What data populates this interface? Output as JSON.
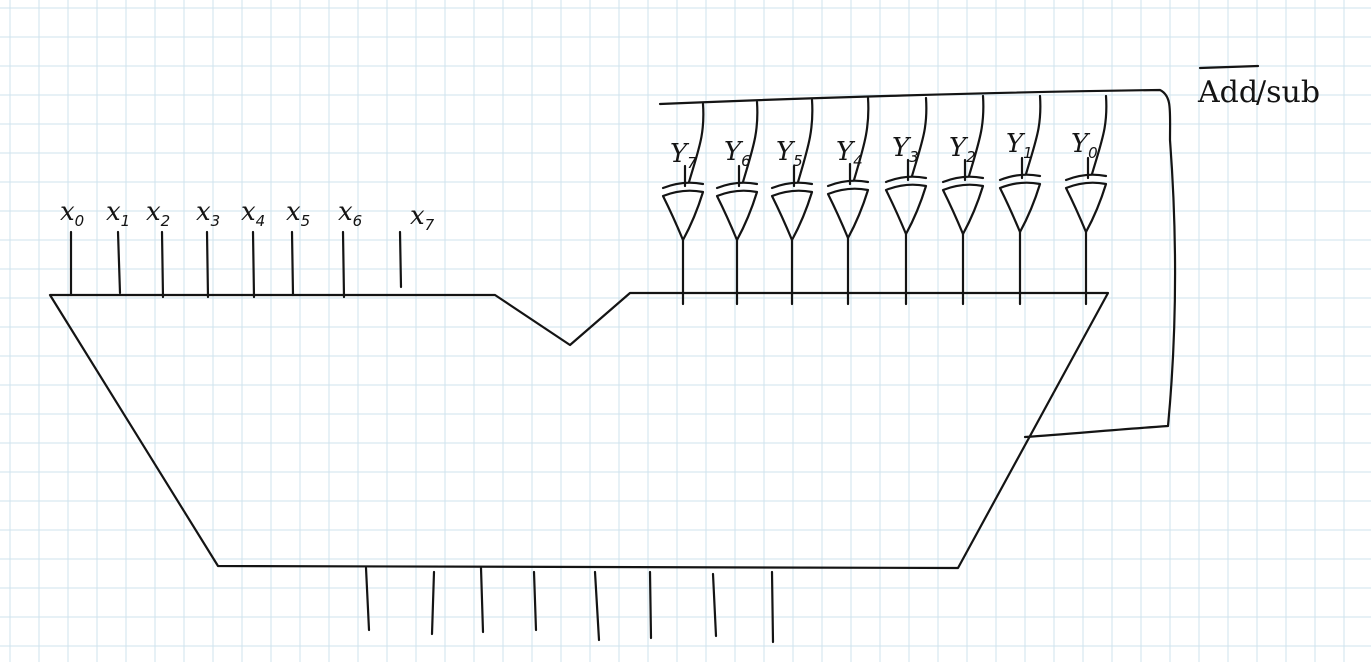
{
  "inputs_x": [
    {
      "letter": "x",
      "index": "0"
    },
    {
      "letter": "x",
      "index": "1"
    },
    {
      "letter": "x",
      "index": "2"
    },
    {
      "letter": "x",
      "index": "3"
    },
    {
      "letter": "x",
      "index": "4"
    },
    {
      "letter": "x",
      "index": "5"
    },
    {
      "letter": "x",
      "index": "6"
    },
    {
      "letter": "x",
      "index": "7"
    }
  ],
  "inputs_y": [
    {
      "letter": "Y",
      "index": "7"
    },
    {
      "letter": "Y",
      "index": "6"
    },
    {
      "letter": "Y",
      "index": "5"
    },
    {
      "letter": "Y",
      "index": "4"
    },
    {
      "letter": "Y",
      "index": "3"
    },
    {
      "letter": "Y",
      "index": "2"
    },
    {
      "letter": "Y",
      "index": "1"
    },
    {
      "letter": "Y",
      "index": "0"
    }
  ],
  "control": {
    "overbar_part": "Add",
    "rest": "/sub"
  },
  "outputs_count": 8,
  "colors": {
    "ink": "#141414",
    "grid": "#cfe3ee",
    "background": "#ffffff"
  }
}
